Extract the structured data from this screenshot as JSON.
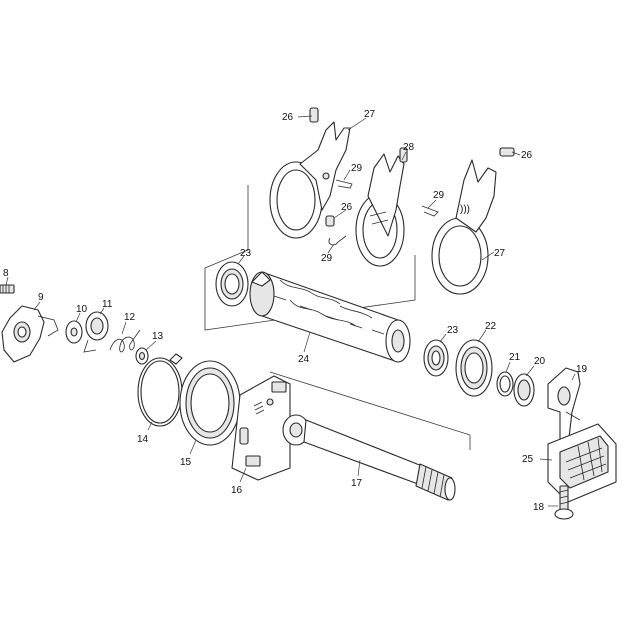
{
  "callouts": [
    {
      "label": "26"
    },
    {
      "label": "27"
    },
    {
      "label": "29"
    },
    {
      "label": "28"
    },
    {
      "label": "26"
    },
    {
      "label": "29"
    },
    {
      "label": "26"
    },
    {
      "label": "29"
    },
    {
      "label": "27"
    },
    {
      "label": "23"
    },
    {
      "label": "8"
    },
    {
      "label": "9"
    },
    {
      "label": "10"
    },
    {
      "label": "11"
    },
    {
      "label": "12"
    },
    {
      "label": "13"
    },
    {
      "label": "24"
    },
    {
      "label": "23"
    },
    {
      "label": "22"
    },
    {
      "label": "21"
    },
    {
      "label": "20"
    },
    {
      "label": "19"
    },
    {
      "label": "14"
    },
    {
      "label": "15"
    },
    {
      "label": "16"
    },
    {
      "label": "17"
    },
    {
      "label": "25"
    },
    {
      "label": "18"
    }
  ]
}
